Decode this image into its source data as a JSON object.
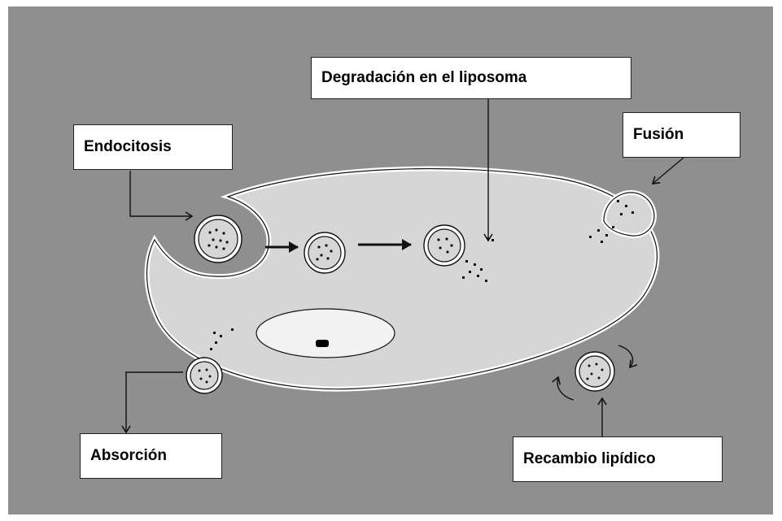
{
  "labels": {
    "endocitosis": "Endocitosis",
    "degradacion": "Degradación en el liposoma",
    "fusion": "Fusión",
    "absorcion": "Absorción",
    "recambio": "Recambio lipídico"
  },
  "colors": {
    "background": "#8f8f8f",
    "cell": "#d6d6d6",
    "membrane": "#ffffff",
    "nucleus": "#f2f2f2",
    "outline": "#111111"
  }
}
